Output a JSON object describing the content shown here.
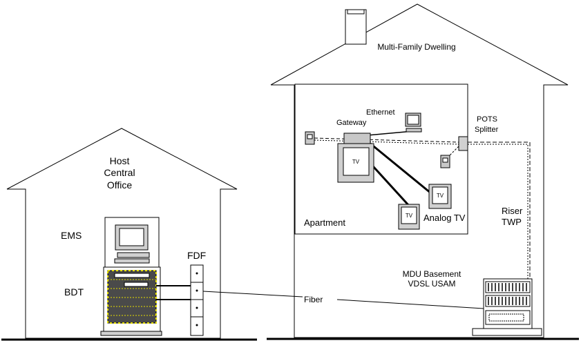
{
  "title": "Multi-Family Dwelling",
  "central_office": {
    "title_lines": [
      "Host",
      "Central",
      "Office"
    ],
    "ems": "EMS",
    "bdt": "BDT",
    "fdf": "FDF"
  },
  "mdu": {
    "ethernet": "Ethernet",
    "gateway": "Gateway",
    "pots_lines": [
      "POTS",
      "Splitter"
    ],
    "tv_small": "TV",
    "analog_tv": "Analog TV",
    "apartment": "Apartment",
    "riser_lines": [
      "Riser",
      "TWP"
    ],
    "basement_lines": [
      "MDU Basement",
      "VDSL USAM"
    ]
  },
  "fiber": "Fiber",
  "colors": {
    "line": "#000000",
    "device_fill": "#c8c8c8",
    "rack_accent": "#e8e000",
    "screen": "#ffffff"
  }
}
